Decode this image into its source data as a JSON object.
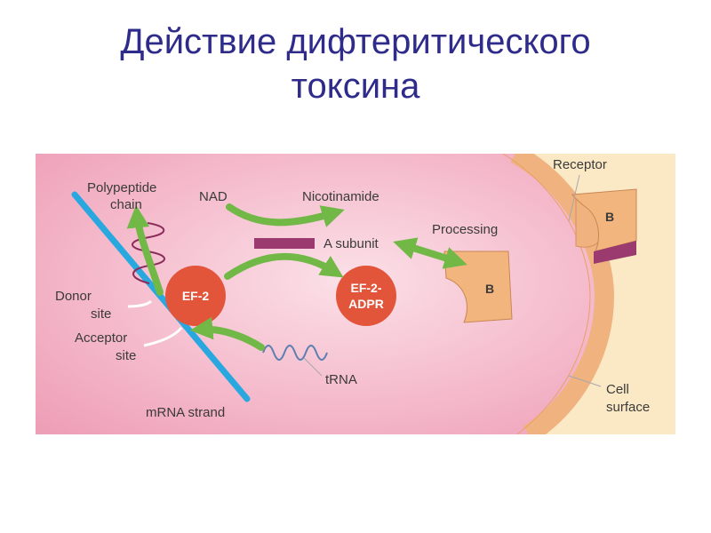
{
  "title": {
    "line1": "Действие дифтеритического",
    "line2": "токсина"
  },
  "diagram": {
    "labels": {
      "polypeptide_1": "Polypeptide",
      "polypeptide_2": "chain",
      "nad": "NAD",
      "nicotinamide": "Nicotinamide",
      "a_subunit": "A subunit",
      "processing": "Processing",
      "receptor": "Receptor",
      "donor_1": "Donor",
      "donor_2": "site",
      "acceptor_1": "Acceptor",
      "acceptor_2": "site",
      "ef2": "EF-2",
      "ef2_adpr_1": "EF-2-",
      "ef2_adpr_2": "ADPR",
      "b_inner": "B",
      "b_receptor": "B",
      "trna": "tRNA",
      "mrna": "mRNA strand",
      "cell_1": "Cell",
      "cell_2": "surface"
    },
    "colors": {
      "cytoplasm": "#f2a9bf",
      "extracellular": "#fbe9c6",
      "membrane": "#f0b27e",
      "arrow": "#72b847",
      "mrna": "#29a8e0",
      "ef2": "#e2553a",
      "a_subunit": "#9b3a6e",
      "b_subunit": "#f3b57e",
      "title": "#2e2b8a"
    }
  }
}
